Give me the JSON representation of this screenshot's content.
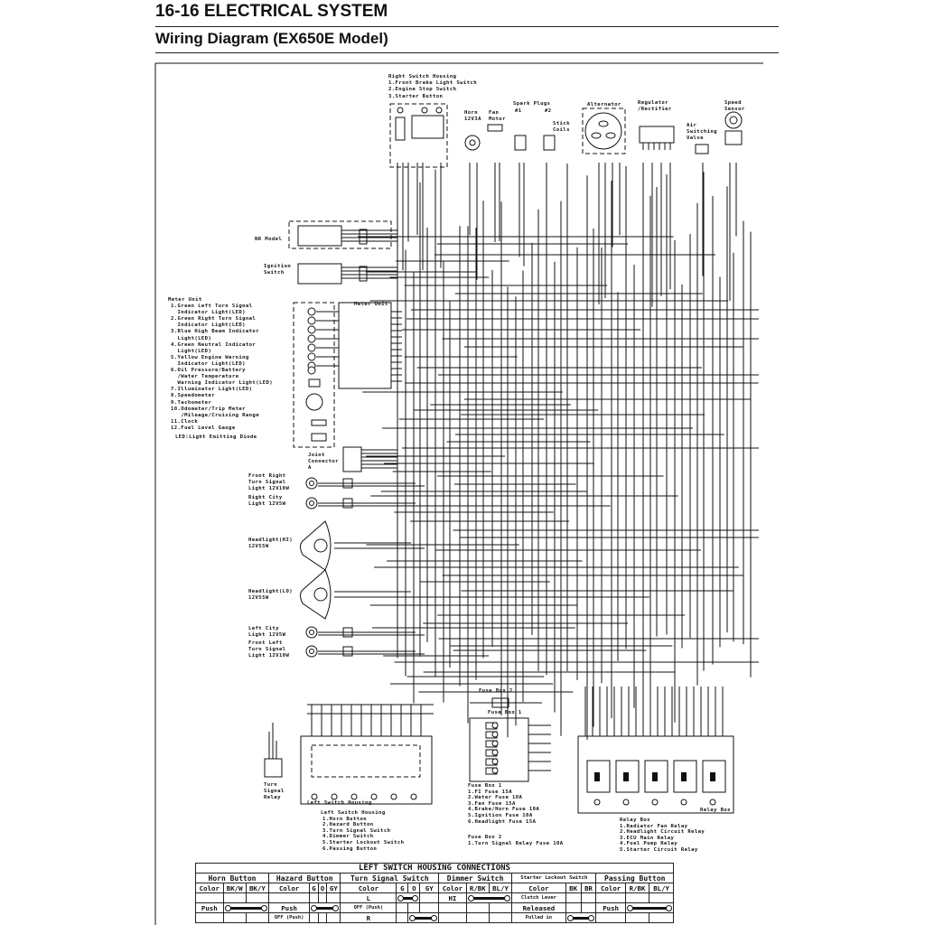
{
  "header": {
    "section": "16-16 ELECTRICAL SYSTEM",
    "title": "Wiring Diagram (EX650E Model)"
  },
  "diagram": {
    "right_switch": {
      "title": "Right Switch Housing",
      "items": [
        "1.Front Brake Light Switch",
        "2.Engine Stop Switch",
        "3.Starter Button"
      ]
    },
    "horn": "Horn\n12V3A",
    "fan_motor": "Fan\nMotor",
    "spark_plugs": "Spark Plugs",
    "plug1": "#1",
    "plug2": "#2",
    "stick_coils": "Stick\nCoils",
    "alternator": "Alternator",
    "regulator": "Regulator\n/Rectifier",
    "air_valve": "Air\nSwitching\nValve",
    "speed_sensor": "Speed\nSensor",
    "nr_model": "NR Model",
    "ignition_switch": "Ignition\nSwitch",
    "meter_legend": {
      "title": "Meter Unit",
      "items": [
        "1.Green Left Turn Signal",
        "  Indicator Light(LED)",
        "2.Green Right Turn Signal",
        "  Indicator Light(LED)",
        "3.Blue High Beam Indicator",
        "  Light(LED)",
        "4.Green Neutral Indicator",
        "  Light(LED)",
        "5.Yellow Engine Warning",
        "  Indicator Light(LED)",
        "6.Oil Pressure/Battery",
        "  /Water Temperature",
        "  Warning Indicator Light(LED)",
        "7.Illuminator Light(LED)",
        "8.Speedometer",
        "9.Tachometer",
        "10.Odometer/Trip Meter",
        "   /Mileage/Cruising Range",
        "11.Clock",
        "12.Fuel Level Gauge"
      ],
      "note": "LED:Light Emitting Diode"
    },
    "meter_unit_box": "Meter Unit",
    "joint_connector": "Joint\nConnector\nA",
    "lights": [
      "Front Right\nTurn Signal\nLight 12V10W",
      "Right City\nLight 12V5W",
      "Headlight(HI)\n12V55W",
      "Headlight(LO)\n12V55W",
      "Left City\nLight 12V5W",
      "Front Left\nTurn Signal\nLight 12V10W"
    ],
    "turn_signal_relay": "Turn\nSignal\nRelay",
    "left_switch_box": "Left Switch Housing",
    "left_switch_legend": {
      "title": "Left Switch Housing",
      "items": [
        "1.Horn Button",
        "2.Hazard Button",
        "3.Turn Signal Switch",
        "4.Dimmer Switch",
        "5.Starter Lockout Switch",
        "6.Passing Button"
      ]
    },
    "fuse_box2_label": "Fuse Box 2",
    "fuse_box1_label": "Fuse Box 1",
    "fuse_legend1": {
      "title": "Fuse Box 1",
      "items": [
        "1.FI Fuse 15A",
        "2.Water Fuse 10A",
        "3.Fan Fuse 15A",
        "4.Brake/Horn Fuse 10A",
        "5.Ignition Fuse 10A",
        "6.Headlight Fuse 15A"
      ]
    },
    "fuse_legend2": {
      "title": "Fuse Box 2",
      "items": [
        "1.Turn Signal Relay Fuse 10A"
      ]
    },
    "relay_box_label": "Relay Box",
    "relay_legend": {
      "title": "Relay Box",
      "items": [
        "1.Radiator Fan Relay",
        "2.Headlight Circuit Relay",
        "3.ECU Main Relay",
        "4.Fuel Pump Relay",
        "5.Starter Circuit Relay"
      ]
    }
  },
  "table": {
    "title": "LEFT SWITCH HOUSING CONNECTIONS",
    "groups": [
      {
        "label": "Horn Button",
        "span": 3
      },
      {
        "label": "Hazard Button",
        "span": 4
      },
      {
        "label": "Turn Signal Switch",
        "span": 4
      },
      {
        "label": "Dimmer Switch",
        "span": 3
      },
      {
        "label": "Starter Lockout Switch",
        "span": 3
      },
      {
        "label": "Passing Button",
        "span": 3
      }
    ],
    "color_row": [
      "Color",
      "BK/W",
      "BK/Y",
      "Color",
      "G",
      "O",
      "GY",
      "Color",
      "G",
      "O",
      "GY",
      "Color",
      "R/BK",
      "BL/Y",
      "Color",
      "BK",
      "BR",
      "Color",
      "R/BK",
      "BL/Y"
    ],
    "rows": [
      [
        {
          "t": ""
        },
        {
          "t": ""
        },
        {
          "t": ""
        },
        {
          "t": ""
        },
        {
          "t": ""
        },
        {
          "t": ""
        },
        {
          "t": ""
        },
        {
          "t": "L"
        },
        {
          "c": 2
        },
        {
          "t": ""
        },
        {
          "t": "HI"
        },
        {
          "c": 2
        },
        {
          "t": "Clutch Lever"
        },
        {
          "t": ""
        },
        {
          "t": ""
        },
        {
          "t": ""
        },
        {
          "t": ""
        },
        {
          "t": ""
        }
      ],
      [
        {
          "t": "Push"
        },
        {
          "c": 2
        },
        {
          "t": "Push"
        },
        {
          "c": 3
        },
        {
          "t": "OFF (Push)"
        },
        {
          "t": ""
        },
        {
          "t": ""
        },
        {
          "t": ""
        },
        {
          "t": ""
        },
        {
          "t": ""
        },
        {
          "t": ""
        },
        {
          "t": "Released"
        },
        {
          "t": ""
        },
        {
          "t": ""
        },
        {
          "t": "Push"
        },
        {
          "c": 2
        }
      ],
      [
        {
          "t": ""
        },
        {
          "t": ""
        },
        {
          "t": ""
        },
        {
          "t": "OFF (Push)"
        },
        {
          "t": ""
        },
        {
          "t": ""
        },
        {
          "t": ""
        },
        {
          "t": "R"
        },
        {
          "t": ""
        },
        {
          "c": 2
        },
        {
          "t": ""
        },
        {
          "t": ""
        },
        {
          "t": ""
        },
        {
          "t": "Pulled in"
        },
        {
          "c": 2
        },
        {
          "t": ""
        },
        {
          "t": ""
        },
        {
          "t": ""
        }
      ]
    ]
  }
}
